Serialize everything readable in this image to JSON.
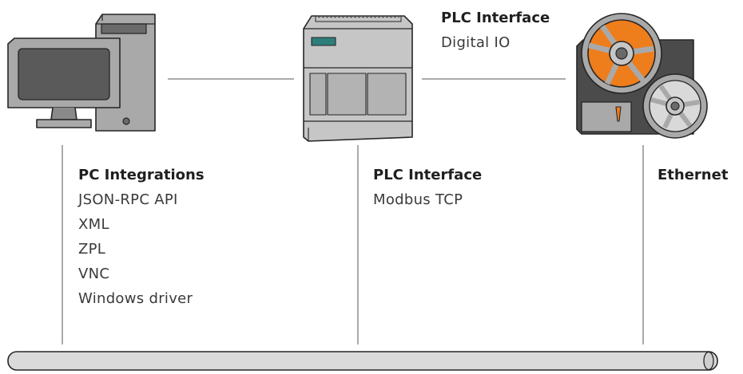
{
  "colors": {
    "stroke": "#262626",
    "device_gray": "#a9a9a9",
    "device_light": "#c6c6c6",
    "screen_dark": "#5a5a5a",
    "led_teal": "#2d7d7b",
    "reel_orange": "#ee7d1b",
    "panel_dark": "#4b4b4b",
    "connector": "#8f8f8f",
    "bus_fill": "#dadada"
  },
  "icons": {
    "pc": "desktop-computer-icon",
    "plc": "plc-controller-icon",
    "printer": "label-printer-reels-icon"
  },
  "pc_section": {
    "heading": "PC Integrations",
    "items": [
      "JSON-RPC API",
      "XML",
      "ZPL",
      "VNC",
      "Windows driver"
    ]
  },
  "plc_top": {
    "heading": "PLC Interface",
    "items": [
      "Digital IO"
    ]
  },
  "plc_bottom": {
    "heading": "PLC Interface",
    "items": [
      "Modbus TCP"
    ]
  },
  "ethernet": {
    "heading": "Ethernet"
  }
}
